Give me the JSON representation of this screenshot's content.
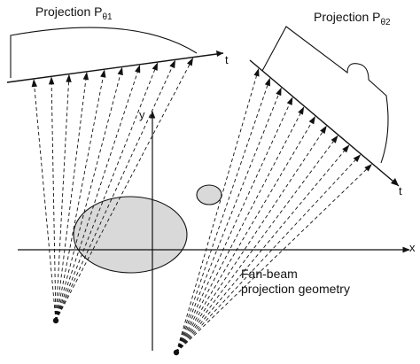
{
  "projection1": {
    "label": "Projection P",
    "subscript": "θ1"
  },
  "projection2": {
    "label": "Projection P",
    "subscript": "θ2"
  },
  "axes": {
    "x": "x",
    "y": "y",
    "t1": "t",
    "t2": "t"
  },
  "caption": {
    "line1": "Fan-beam",
    "line2": "projection geometry"
  },
  "colors": {
    "ink": "#111111",
    "object_fill": "#d9d9d9"
  }
}
